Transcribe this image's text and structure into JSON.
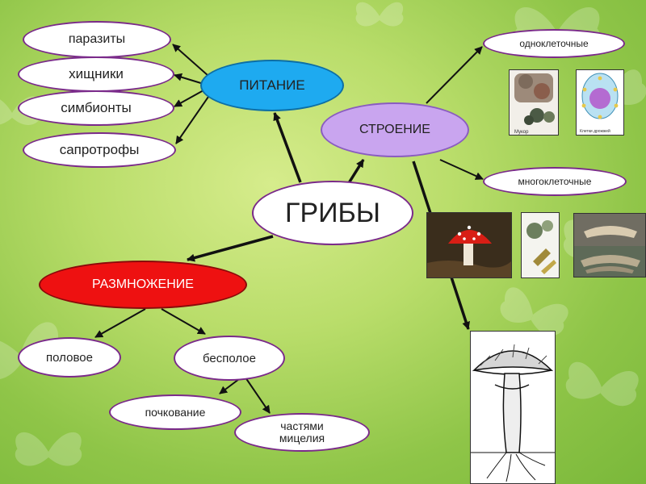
{
  "diagram": {
    "center": "ГРИБЫ",
    "nutrition": {
      "label": "ПИТАНИЕ",
      "items": [
        "паразиты",
        "хищники",
        "симбионты",
        "сапротрофы"
      ]
    },
    "structure": {
      "label": "СТРОЕНИЕ",
      "unicellular": "одноклеточные",
      "multicellular": "многоклеточные"
    },
    "reproduction": {
      "label": "РАЗМНОЖЕНИЕ",
      "sexual": "половое",
      "asexual": "бесполое",
      "budding": "почкование",
      "mycelium": "частями мицелия"
    }
  },
  "images": {
    "mucor_caption": "Мукор",
    "yeast_caption": "Клетки дрожжей"
  },
  "colors": {
    "nutrition": "#1eaaf0",
    "structure": "#c9a5ef",
    "reproduction": "#ee1111",
    "leaf_border": "#7a2a8a"
  }
}
